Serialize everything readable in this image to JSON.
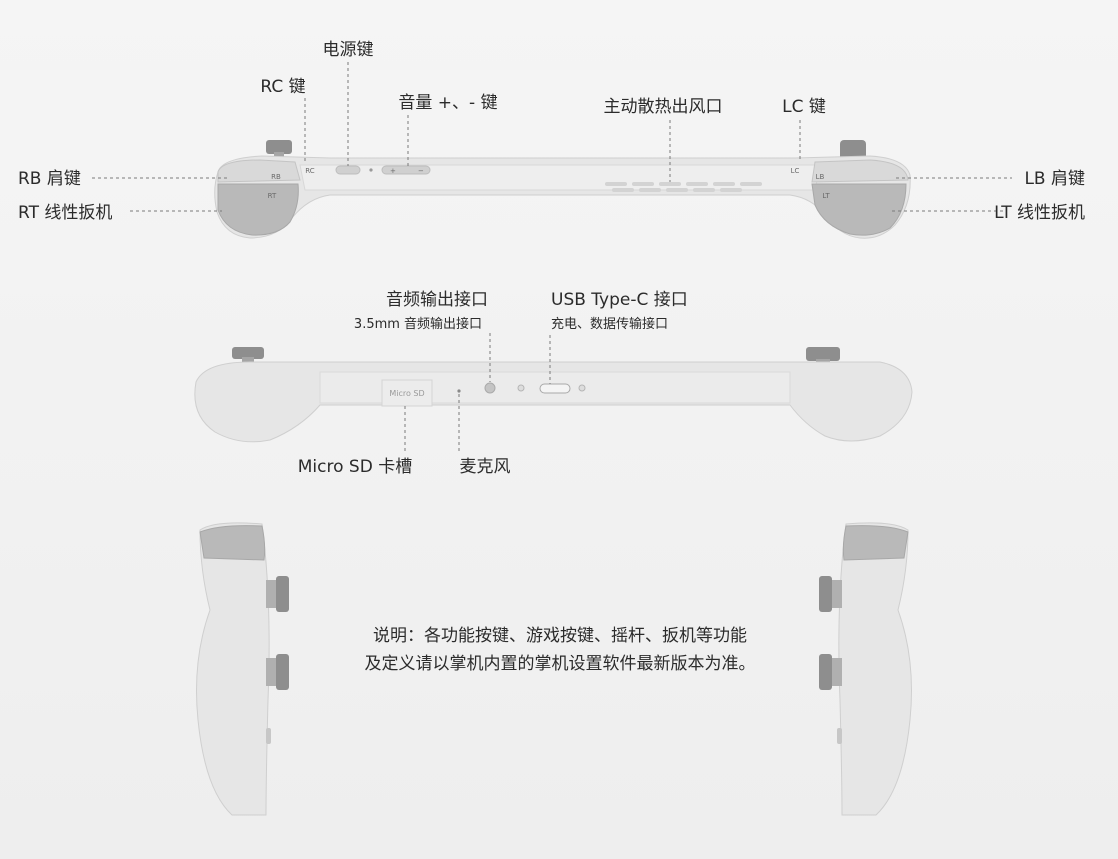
{
  "top_view": {
    "power_key": "电源键",
    "rc_key": "RC 键",
    "volume_key": "音量 +、- 键",
    "vent": "主动散热出风口",
    "lc_key": "LC 键",
    "rb_key": "RB 肩键",
    "rt_trigger": "RT 线性扳机",
    "lb_key": "LB 肩键",
    "lt_trigger": "LT 线性扳机",
    "marks": {
      "rb": "RB",
      "rt": "RT",
      "rc": "RC",
      "lc": "LC",
      "lb": "LB",
      "lt": "LT",
      "plus": "+",
      "minus": "−"
    }
  },
  "bottom_view": {
    "audio_port": "音频输出接口",
    "audio_port_sub": "3.5mm 音频输出接口",
    "usb_port": "USB Type-C 接口",
    "usb_port_sub": "充电、数据传输接口",
    "sd_slot": "Micro SD 卡槽",
    "sd_slot_mark": "Micro SD",
    "mic": "麦克风"
  },
  "note": {
    "line1": "说明：各功能按键、游戏按键、摇杆、扳机等功能",
    "line2": "及定义请以掌机内置的掌机设置软件最新版本为准。"
  },
  "colors": {
    "body": "#e6e6e6",
    "trigger": "#b9b9b9",
    "stick": "#8e8e8e",
    "leader": "#7a7a7a"
  }
}
